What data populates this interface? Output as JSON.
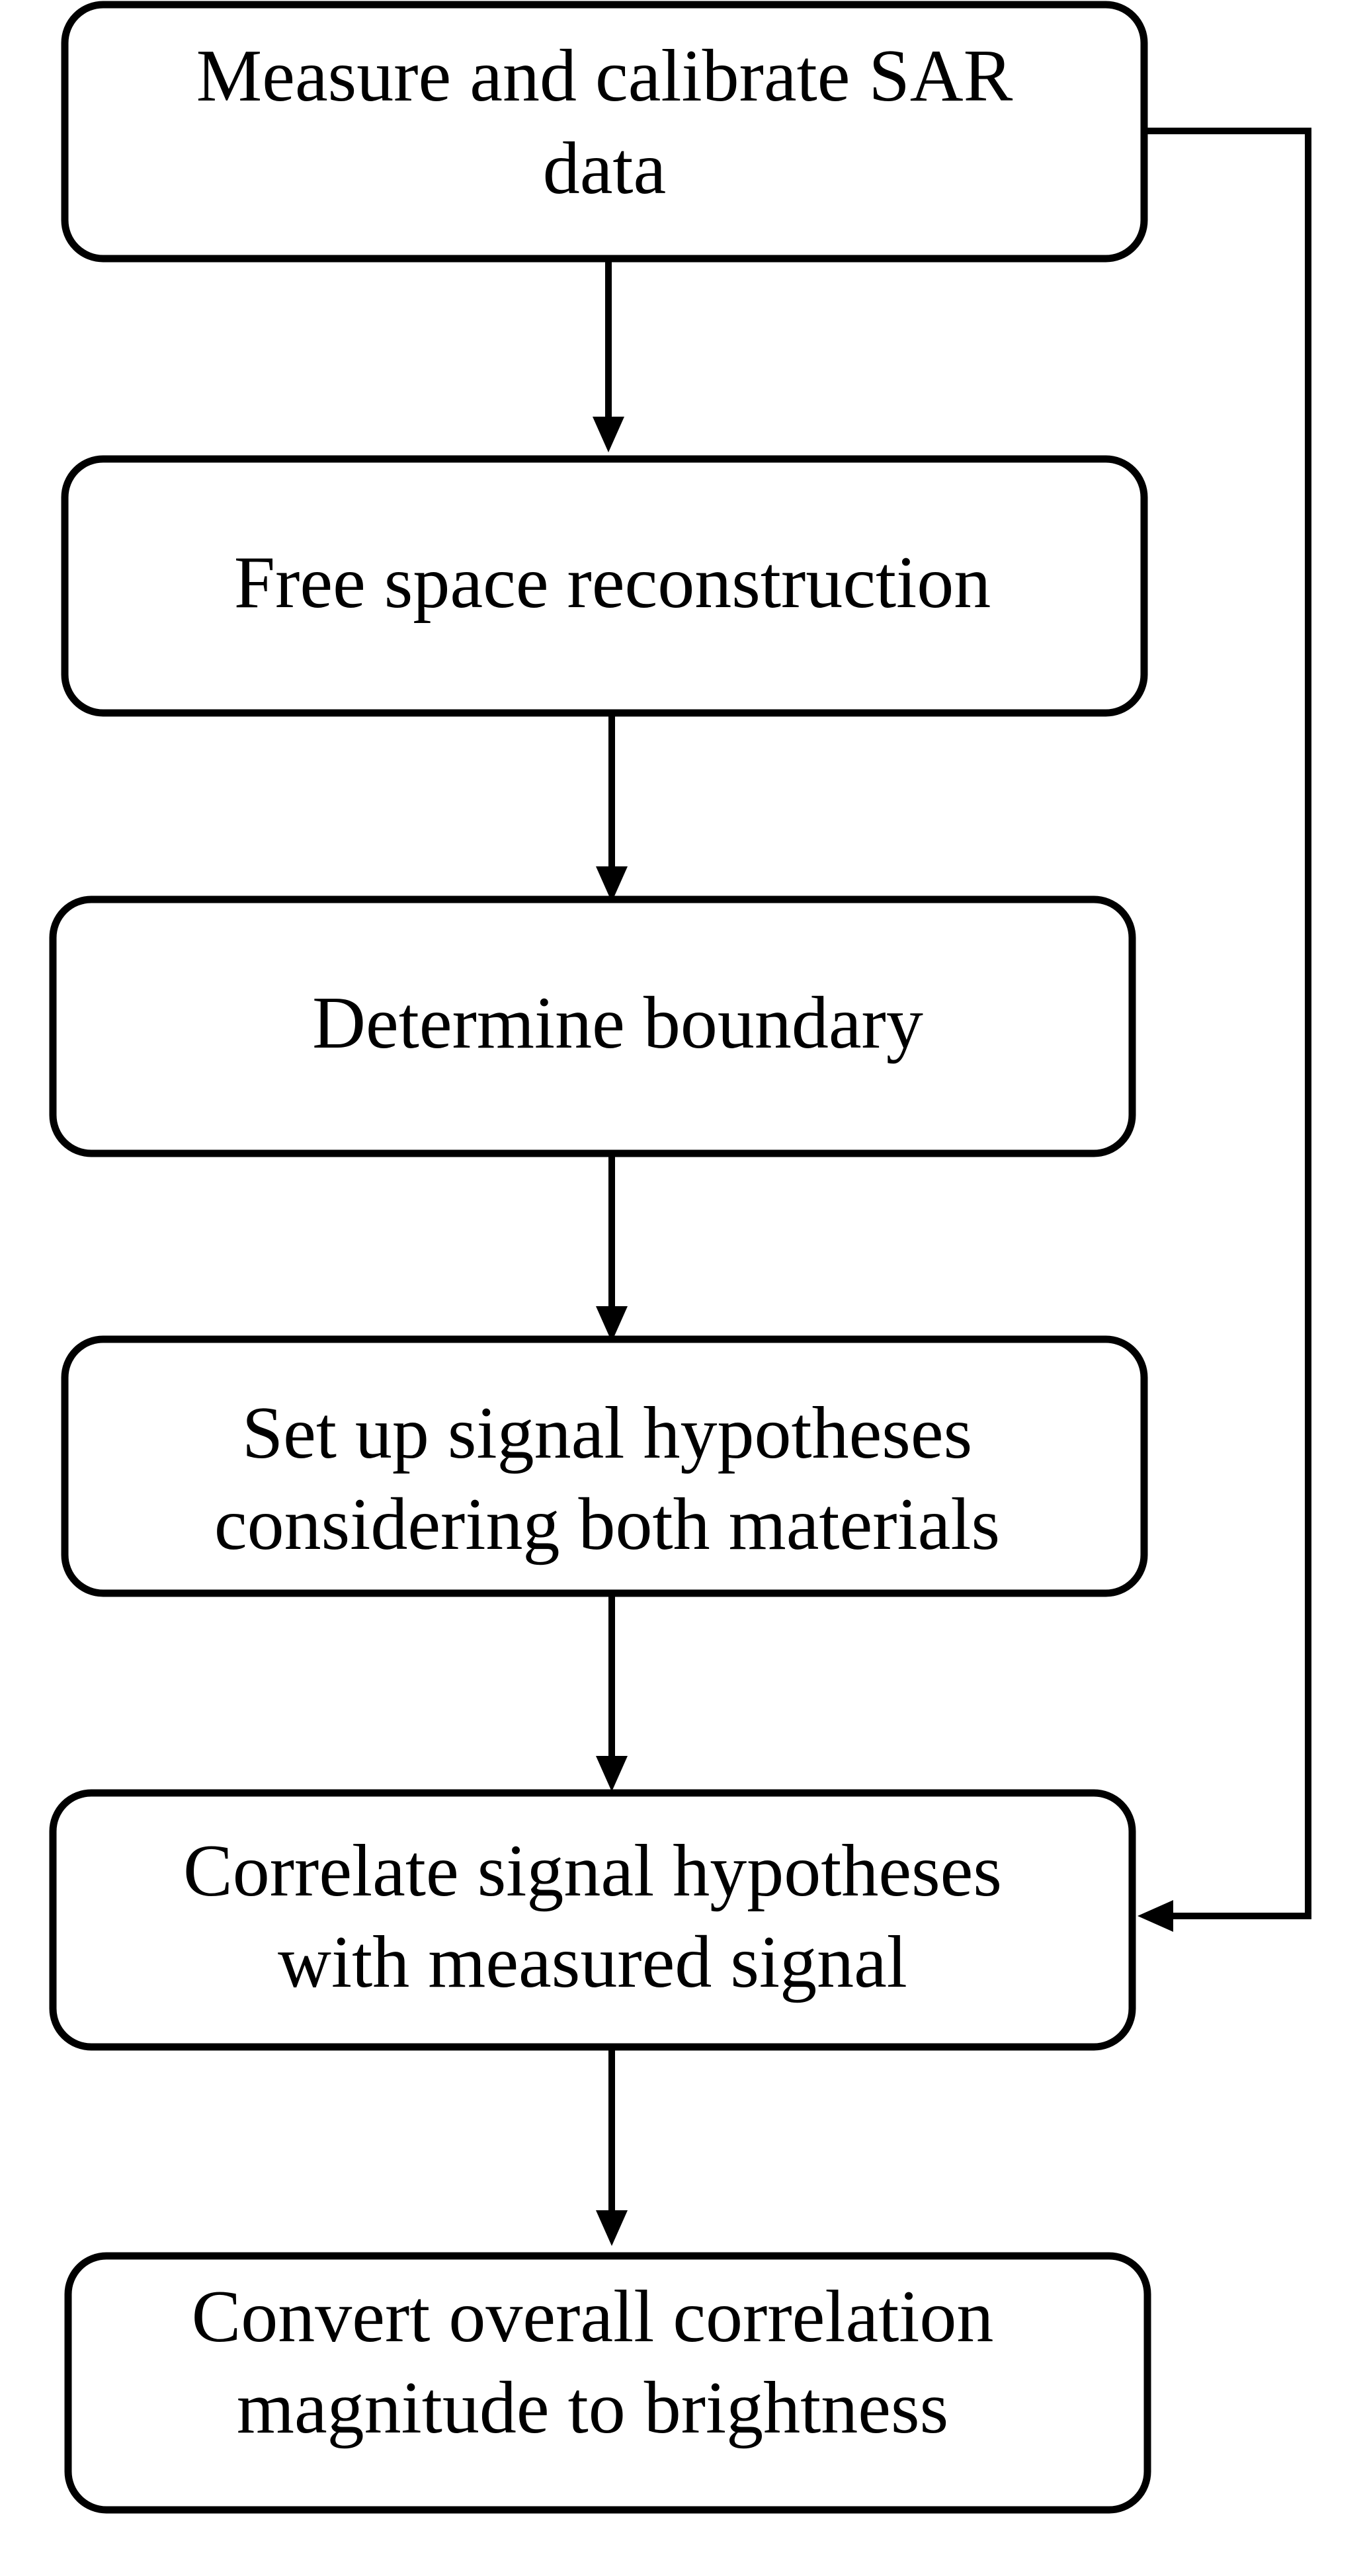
{
  "steps": [
    {
      "id": "measure",
      "lines": [
        "Measure and calibrate SAR",
        "data"
      ]
    },
    {
      "id": "free-space",
      "lines": [
        "Free space reconstruction"
      ]
    },
    {
      "id": "boundary",
      "lines": [
        "Determine boundary"
      ]
    },
    {
      "id": "hypotheses",
      "lines": [
        "Set up signal hypotheses",
        "considering both materials"
      ]
    },
    {
      "id": "correlate",
      "lines": [
        "Correlate signal hypotheses",
        "with measured signal"
      ]
    },
    {
      "id": "convert",
      "lines": [
        "Convert overall correlation",
        "magnitude to brightness"
      ]
    }
  ],
  "colors": {
    "stroke": "#000000",
    "fill": "#ffffff",
    "text": "#000000"
  }
}
